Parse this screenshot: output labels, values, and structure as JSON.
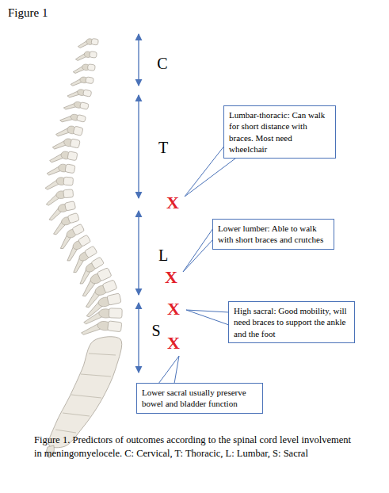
{
  "diagram": {
    "title": "Figure 1",
    "caption": "Figure 1. Predictors of outcomes according to the spinal cord level involvement in meningomyelocele. C: Cervical, T: Thoracic, L: Lumbar, S: Sacral",
    "nodes": [
      {
        "text": [
          "Lumbar-thoracic: Can walk for short distance with braces. Most need wheelchair"
        ]
      },
      {
        "text": [
          "Lower lumber: Able to walk with short braces and crutches"
        ]
      },
      {
        "text": [
          "High sacral: Good mobility, will need braces to support the ankle and the foot"
        ]
      },
      {
        "text": [
          "Lower sacral usually preserve bowel and bladder function"
        ]
      }
    ],
    "labels": [
      "C",
      "T",
      "L",
      "S",
      "X",
      "X",
      "X",
      "X"
    ]
  }
}
